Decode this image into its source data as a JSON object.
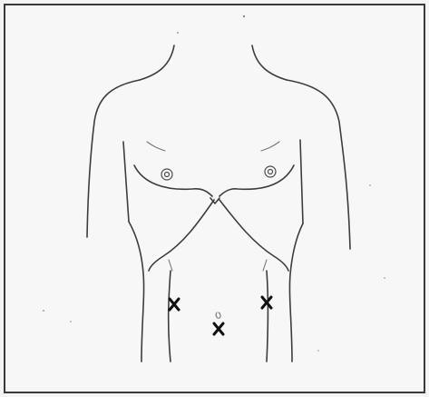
{
  "figure": {
    "subject": "male-torso-front-view",
    "marks": [
      {
        "symbol": "X",
        "location": "left-lower-abdomen"
      },
      {
        "symbol": "X",
        "location": "lower-midline-below-umbilicus"
      },
      {
        "symbol": "X",
        "location": "right-lower-abdomen"
      }
    ],
    "colors": {
      "outline": "#3d3d3d",
      "marks": "#111111",
      "background": "#f7f7f7"
    }
  }
}
